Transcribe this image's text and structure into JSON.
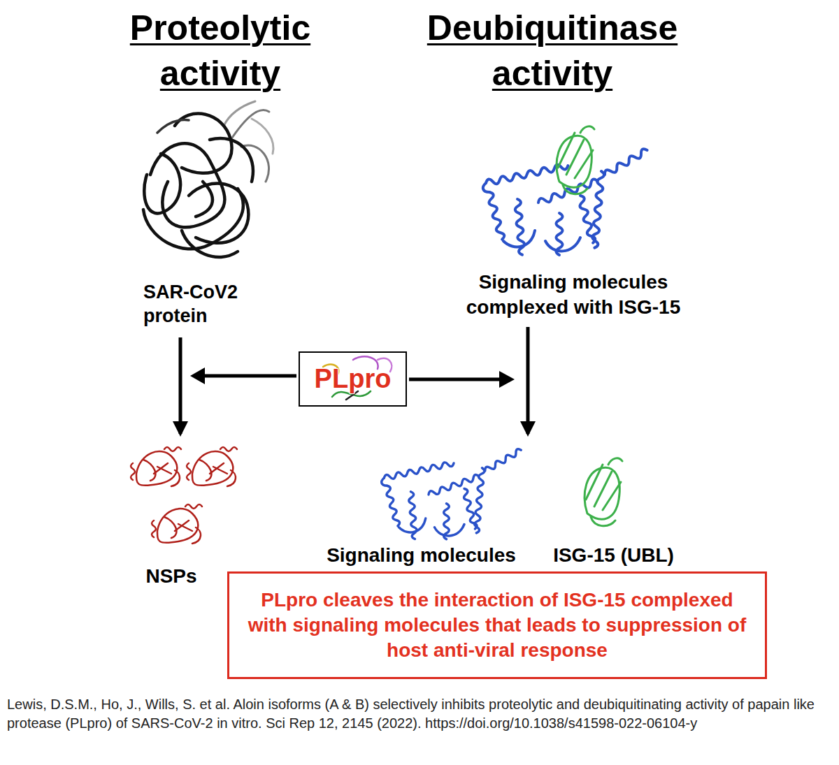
{
  "diagram": {
    "caption": "Lewis, D.S.M., Ho, J., Wills, S. et al. Aloin isoforms (A & B) selectively inhibits proteolytic and deubiquitinating activity of papain like protease (PLpro) of SARS-CoV-2 in vitro. Sci Rep 12, 2145 (2022). https://doi.org/10.1038/s41598-022-06104-y",
    "nodes": [
      {
        "text": [
          "SAR-CoV2 protein"
        ]
      },
      {
        "text": [
          "Signaling molecules complexed with ISG-15"
        ]
      },
      {
        "text": [
          "PLpro"
        ]
      },
      {
        "text": [
          "NSPs"
        ]
      },
      {
        "text": [
          "Signaling molecules"
        ]
      },
      {
        "text": [
          "ISG-15 (UBL)"
        ]
      },
      {
        "text": [
          "PLpro cleaves the interaction of ISG-15 complexed with signaling molecules that leads to suppression of host anti-viral response"
        ]
      }
    ],
    "edges": [
      {
        "from": 0,
        "to": 3,
        "arrow": "to"
      },
      {
        "from": 1,
        "to": 4,
        "arrow": "to"
      }
    ],
    "labels": [
      "Proteolytic activity",
      "Deubiquitinase activity"
    ]
  }
}
